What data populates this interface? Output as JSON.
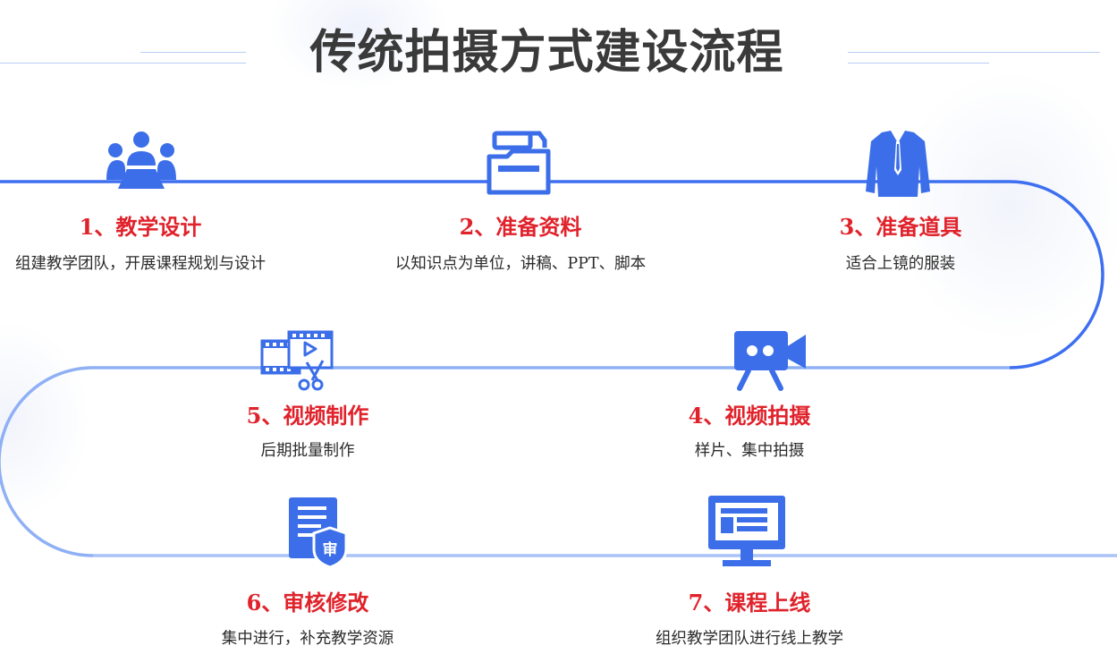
{
  "title": "传统拍摄方式建设流程",
  "colors": {
    "accent": "#3b6ee8",
    "step_title": "#e0222b",
    "text": "#2b2b2b"
  },
  "steps": [
    {
      "title": "1、教学设计",
      "desc": "组建教学团队，开展课程规划与设计",
      "icon": "team-meeting-icon"
    },
    {
      "title": "2、准备资料",
      "desc": "以知识点为单位，讲稿、PPT、脚本",
      "icon": "folder-icon"
    },
    {
      "title": "3、准备道具",
      "desc": "适合上镜的服装",
      "icon": "suit-icon"
    },
    {
      "title": "4、视频拍摄",
      "desc": "样片、集中拍摄",
      "icon": "video-camera-icon"
    },
    {
      "title": "5、视频制作",
      "desc": "后期批量制作",
      "icon": "video-edit-icon"
    },
    {
      "title": "6、审核修改",
      "desc": "集中进行，补充教学资源",
      "icon": "review-document-icon"
    },
    {
      "title": "7、课程上线",
      "desc": "组织教学团队进行线上教学",
      "icon": "computer-monitor-icon"
    }
  ]
}
